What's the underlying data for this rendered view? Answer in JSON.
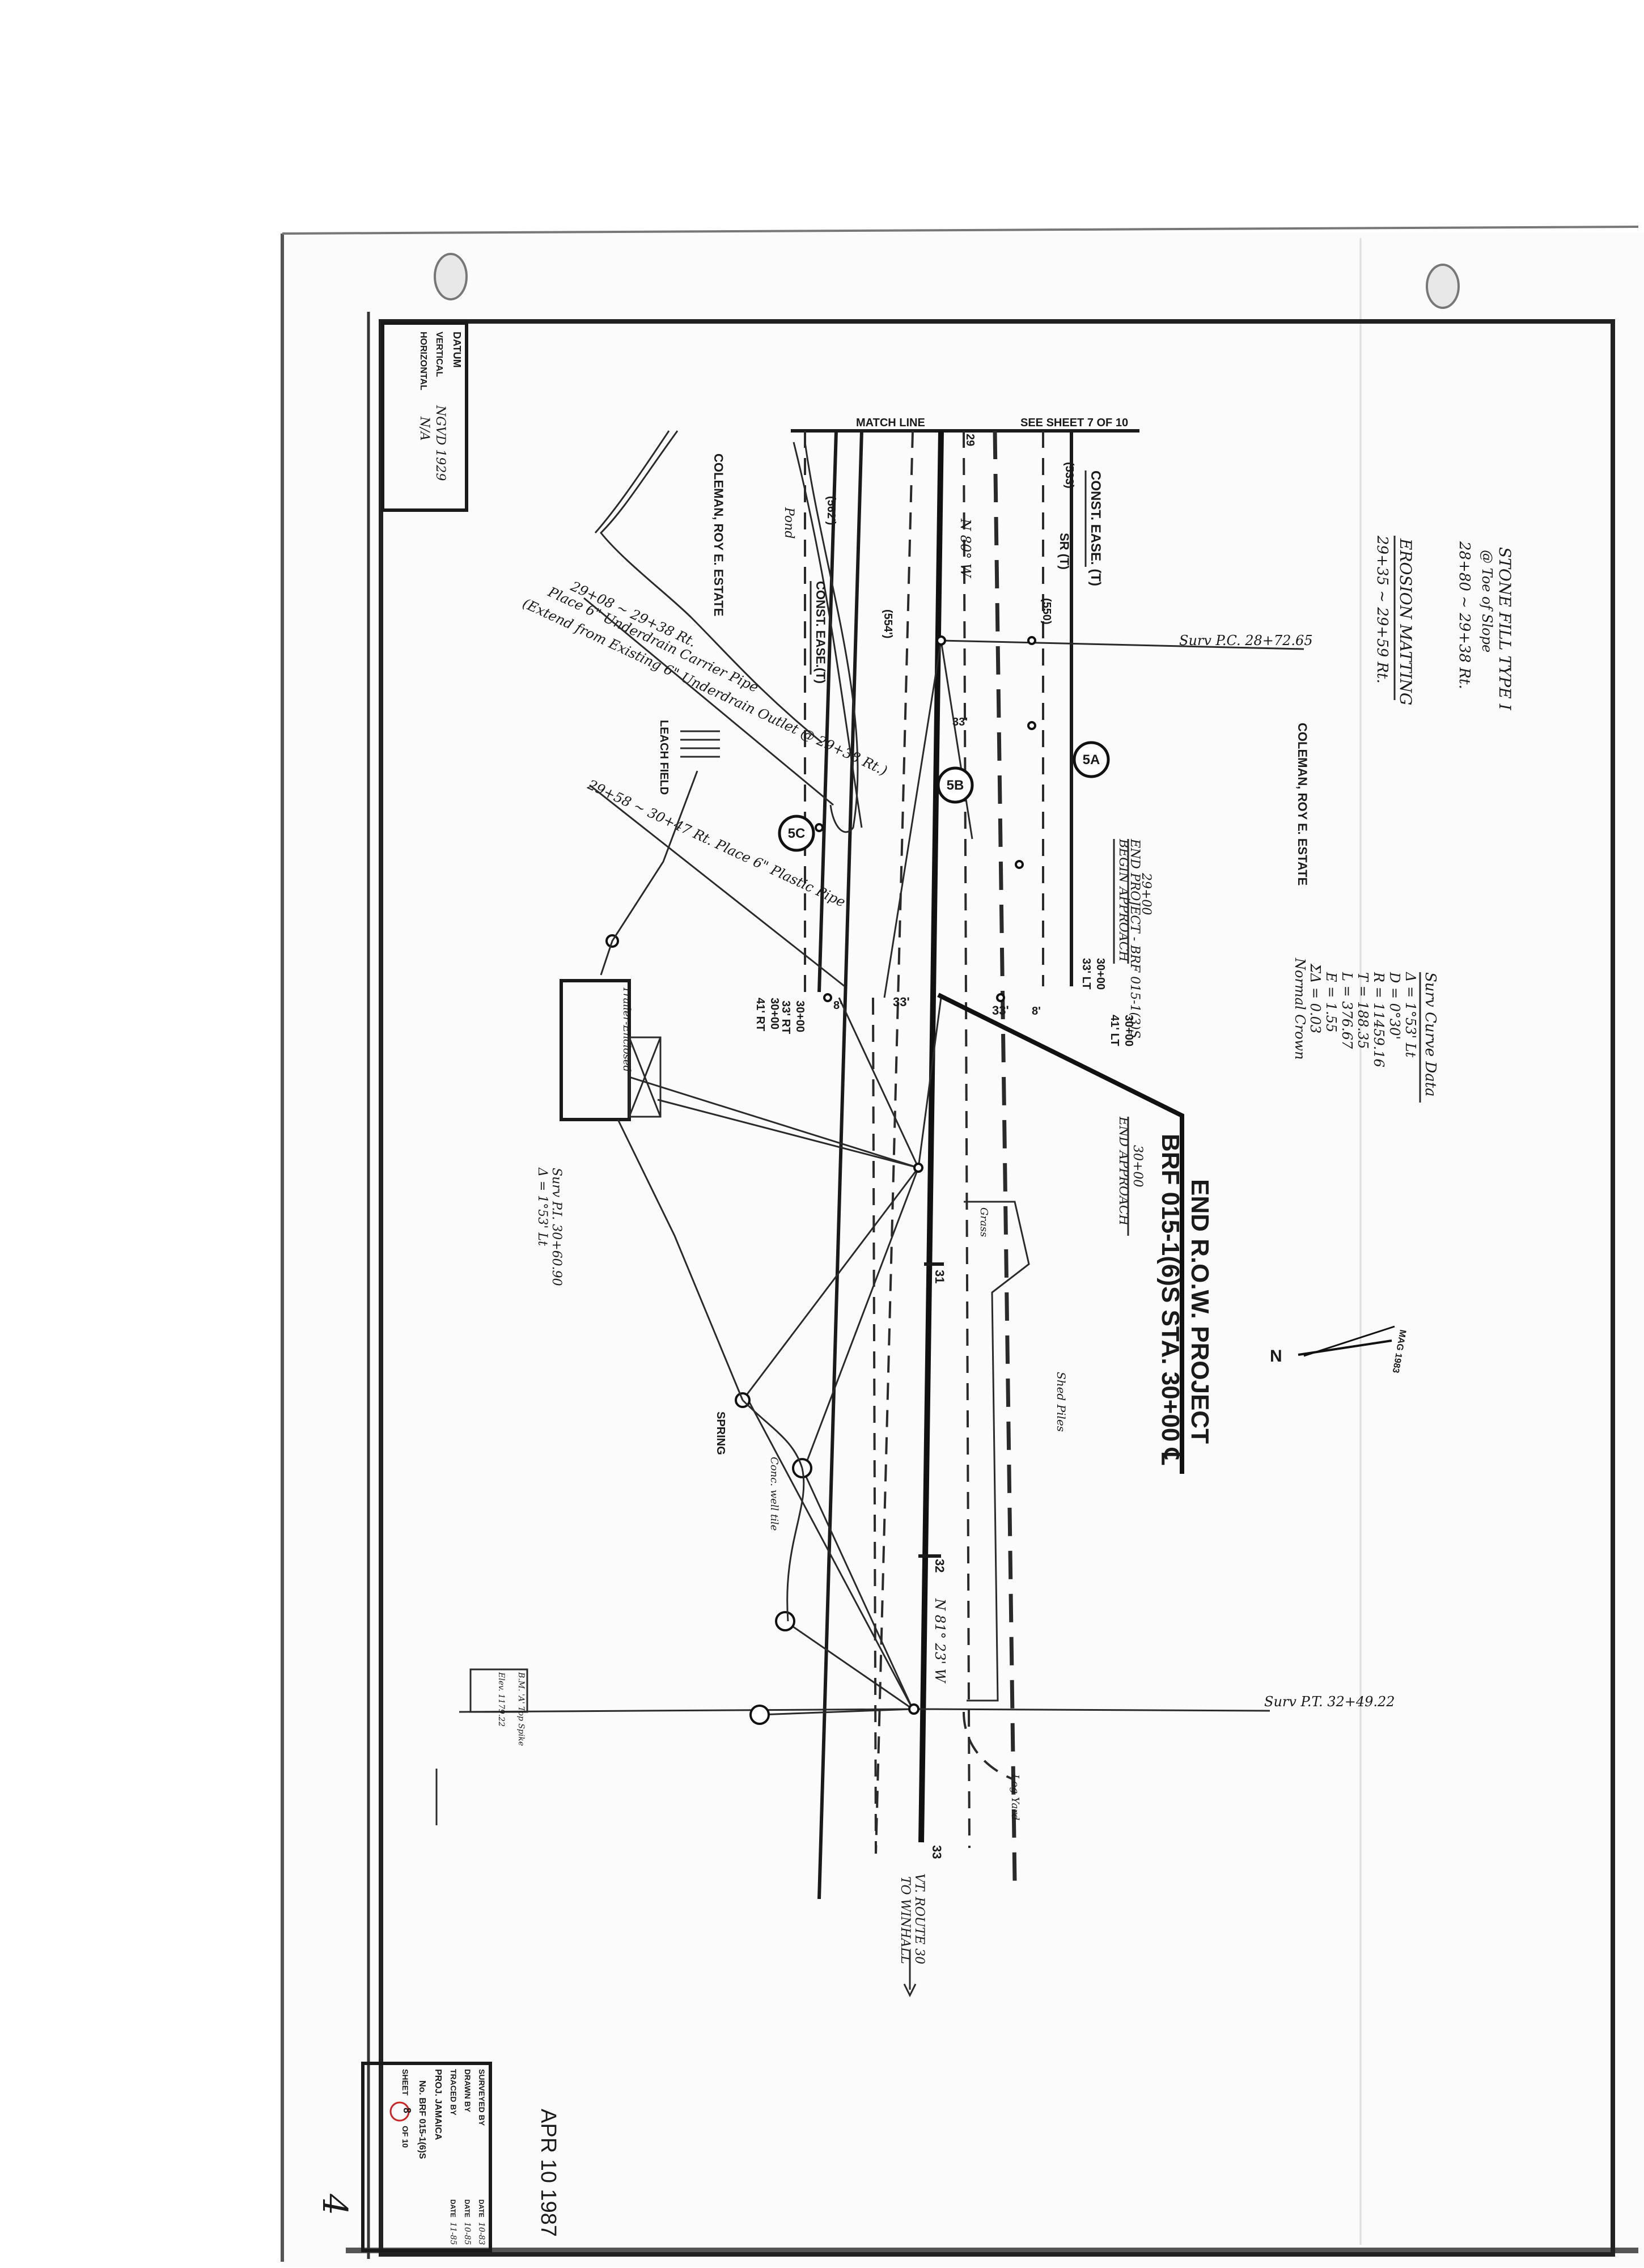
{
  "sheet_info": {
    "datum_label": "DATUM",
    "vertical_label": "VERTICAL",
    "horizontal_label": "HORIZONTAL",
    "vertical_value": "NGVD 1929",
    "horizontal_value": "N/A"
  },
  "notes": {
    "stone_fill": "STONE FILL TYPE I",
    "stone_fill_sub": "@ Toe of Slope",
    "stone_fill_range": "28+80 ~ 29+38 Rt.",
    "erosion": "EROSION MATTING",
    "erosion_range": "29+35 ~ 29+59 Rt."
  },
  "owners": {
    "east": "COLEMAN, ROY E. ESTATE",
    "west": "COLEMAN, ROY E. ESTATE"
  },
  "curve_data": {
    "title": "Surv Curve Data",
    "lines": [
      "Δ = 1°53' Lt",
      "D = 0°30'",
      "R = 11459.16",
      "T = 188.35",
      "L = 376.67",
      "E = 1.55",
      "ΣΔ = 0.03",
      "Normal Crown"
    ]
  },
  "stations": {
    "match_line": "MATCH LINE",
    "see_sheet": "SEE SHEET 7 OF 10",
    "surv_pc": "Surv P.C. 28+72.65",
    "surv_pt": "Surv P.T. 32+49.22",
    "surv_pi": "Surv P.I. 30+60.90",
    "surv_pi_delta": "Δ = 1°53' Lt",
    "end_project_a": "29+00",
    "end_project_b": "END PROJECT - BRF 015-1(3)S",
    "end_project_c": "BEGIN APPROACH",
    "end_approach_a": "30+00",
    "end_approach_b": "END APPROACH",
    "sta_30_lt_a": "30+00",
    "sta_30_lt_b": "33' LT",
    "sta_30_lt41_a": "30+00",
    "sta_30_lt41_b": "41' LT",
    "sta_30_rt_a": "30+00",
    "sta_30_rt_b": "33' RT",
    "sta_30_rt41_a": "30+00",
    "sta_30_rt41_b": "41' RT",
    "tick_29": "29",
    "tick_31": "31",
    "tick_32": "32",
    "tick_33": "33",
    "route": "VT. ROUTE 30",
    "route_to": "TO WINHALL"
  },
  "title_block_main": {
    "line1": "END R.O.W. PROJECT",
    "line2": "BRF 015-1(6)S  STA. 30+00 ℄"
  },
  "easements": {
    "const_ease_east": "CONST. EASE. (T)",
    "const_ease_west": "CONST. EASE.(T)",
    "sr_east": "SR (T)",
    "parcel_533": "(533)",
    "parcel_550": "(550)",
    "parcel_554": "(554')",
    "parcel_562": "(562')",
    "bearing_1": "N 80° W",
    "bearing_2": "N 81° 23' W",
    "circle_5a": "5A",
    "circle_5b": "5B",
    "circle_5c": "5C",
    "dist_33a": "33'",
    "dist_33b": "33'",
    "dist_33c": "33'",
    "dist_8a": "8'",
    "dist_8b": "8'"
  },
  "notes_west": {
    "pond": "Pond",
    "underdrain_range": "29+08 ~ 29+38 Rt.",
    "underdrain_1": "Place 6\" Underdrain Carrier Pipe",
    "underdrain_2": "(Extend from Existing 6\" Underdrain Outlet @ 29+38 Rt.)",
    "plastic_pipe": "29+58 ~ 30+47 Rt.  Place 6\" Plastic Pipe",
    "leach_field": "LEACH FIELD",
    "trailer": "Trailer-Enclosed",
    "spring": "SPRING",
    "concrete_tile": "Conc. well tile",
    "bm": "B.M. 'A' Top Spike",
    "bm_2": "Elev. 1179.22",
    "grass": "Grass",
    "shed": "Shed Piles",
    "log_yard": "Log Yard",
    "north": "N",
    "mag": "MAG 1983"
  },
  "title_block": {
    "surveyed": "SURVEYED BY",
    "drawn": "DRAWN BY",
    "traced": "TRACED BY",
    "proj": "PROJ. JAMAICA",
    "no": "No. BRF 015-1(6)S",
    "sheet": "SHEET",
    "sheet_no": "8",
    "of": "OF 10",
    "date": "DATE",
    "surveyed_date": "10-83",
    "drawn_date": "10-85",
    "traced_date": "11-85"
  },
  "stamp": "APR 10 1987",
  "page_number": "4"
}
